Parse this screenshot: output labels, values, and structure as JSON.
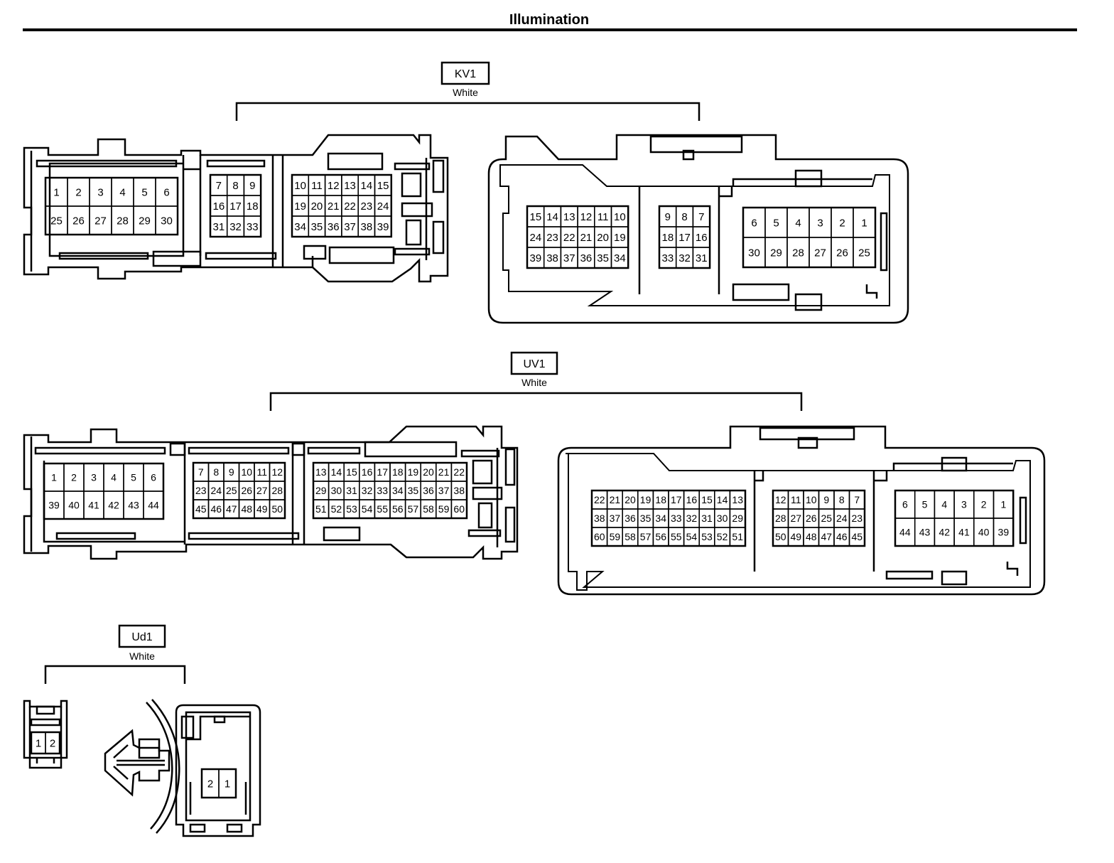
{
  "header": {
    "title": "Illumination"
  },
  "connectors": {
    "kv1": {
      "label": "KV1",
      "color": "White"
    },
    "uv1": {
      "label": "UV1",
      "color": "White"
    },
    "ud1": {
      "label": "Ud1",
      "color": "White"
    }
  },
  "pins": {
    "kv1_male_a": [
      [
        "1",
        "2",
        "3",
        "4",
        "5",
        "6"
      ],
      [
        "25",
        "26",
        "27",
        "28",
        "29",
        "30"
      ]
    ],
    "kv1_male_b": [
      [
        "7",
        "8",
        "9"
      ],
      [
        "16",
        "17",
        "18"
      ],
      [
        "31",
        "32",
        "33"
      ]
    ],
    "kv1_male_c": [
      [
        "10",
        "11",
        "12",
        "13",
        "14",
        "15"
      ],
      [
        "19",
        "20",
        "21",
        "22",
        "23",
        "24"
      ],
      [
        "34",
        "35",
        "36",
        "37",
        "38",
        "39"
      ]
    ],
    "kv1_female_a": [
      [
        "15",
        "14",
        "13",
        "12",
        "11",
        "10"
      ],
      [
        "24",
        "23",
        "22",
        "21",
        "20",
        "19"
      ],
      [
        "39",
        "38",
        "37",
        "36",
        "35",
        "34"
      ]
    ],
    "kv1_female_b": [
      [
        "9",
        "8",
        "7"
      ],
      [
        "18",
        "17",
        "16"
      ],
      [
        "33",
        "32",
        "31"
      ]
    ],
    "kv1_female_c": [
      [
        "6",
        "5",
        "4",
        "3",
        "2",
        "1"
      ],
      [
        "30",
        "29",
        "28",
        "27",
        "26",
        "25"
      ]
    ],
    "uv1_male_a": [
      [
        "1",
        "2",
        "3",
        "4",
        "5",
        "6"
      ],
      [
        "39",
        "40",
        "41",
        "42",
        "43",
        "44"
      ]
    ],
    "uv1_male_b": [
      [
        "7",
        "8",
        "9",
        "10",
        "11",
        "12"
      ],
      [
        "23",
        "24",
        "25",
        "26",
        "27",
        "28"
      ],
      [
        "45",
        "46",
        "47",
        "48",
        "49",
        "50"
      ]
    ],
    "uv1_male_c": [
      [
        "13",
        "14",
        "15",
        "16",
        "17",
        "18",
        "19",
        "20",
        "21",
        "22"
      ],
      [
        "29",
        "30",
        "31",
        "32",
        "33",
        "34",
        "35",
        "36",
        "37",
        "38"
      ],
      [
        "51",
        "52",
        "53",
        "54",
        "55",
        "56",
        "57",
        "58",
        "59",
        "60"
      ]
    ],
    "uv1_female_a": [
      [
        "22",
        "21",
        "20",
        "19",
        "18",
        "17",
        "16",
        "15",
        "14",
        "13"
      ],
      [
        "38",
        "37",
        "36",
        "35",
        "34",
        "33",
        "32",
        "31",
        "30",
        "29"
      ],
      [
        "60",
        "59",
        "58",
        "57",
        "56",
        "55",
        "54",
        "53",
        "52",
        "51"
      ]
    ],
    "uv1_female_b": [
      [
        "12",
        "11",
        "10",
        "9",
        "8",
        "7"
      ],
      [
        "28",
        "27",
        "26",
        "25",
        "24",
        "23"
      ],
      [
        "50",
        "49",
        "48",
        "47",
        "46",
        "45"
      ]
    ],
    "uv1_female_c": [
      [
        "6",
        "5",
        "4",
        "3",
        "2",
        "1"
      ],
      [
        "44",
        "43",
        "42",
        "41",
        "40",
        "39"
      ]
    ],
    "ud1_male": [
      [
        "1",
        "2"
      ]
    ],
    "ud1_female": [
      [
        "2",
        "1"
      ]
    ]
  }
}
